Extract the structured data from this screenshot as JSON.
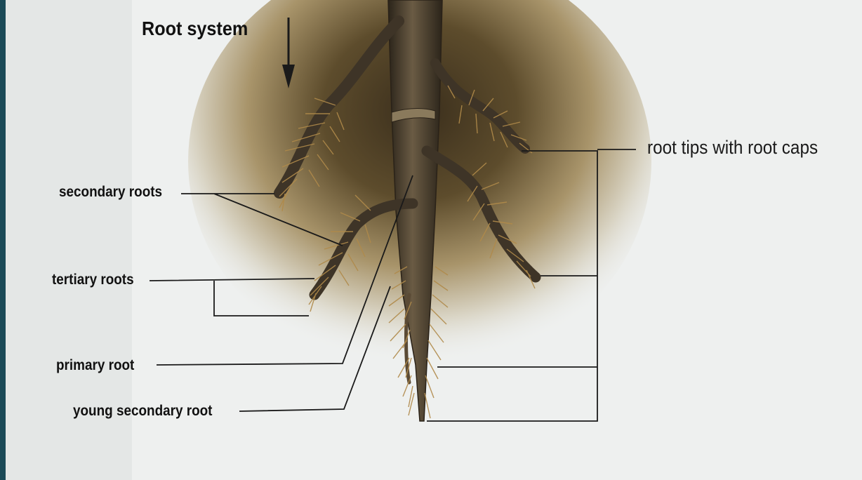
{
  "diagram": {
    "title": "Root system",
    "labels": {
      "secondary_roots": "secondary roots",
      "tertiary_roots": "tertiary roots",
      "primary_root": "primary root",
      "young_secondary_root": "young secondary root",
      "root_tips": "root tips with root caps"
    },
    "colors": {
      "frame": "#1b4a57",
      "paper": "#eef0ef",
      "soil": "#5a4a2a",
      "root": "#3e3427",
      "root_hair": "#b08a4a",
      "leader_line": "#1a1a1a"
    }
  }
}
